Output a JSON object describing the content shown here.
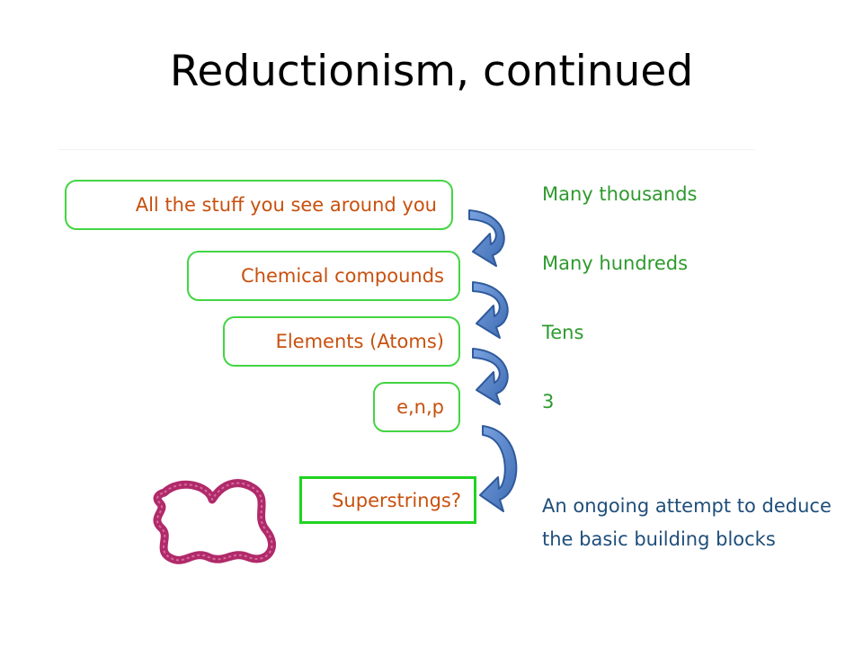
{
  "title": "Reductionism, continued",
  "levels": [
    {
      "label": "All the stuff you see around you",
      "count": "Many thousands"
    },
    {
      "label": "Chemical compounds",
      "count": "Many hundreds"
    },
    {
      "label": "Elements (Atoms)",
      "count": "Tens"
    },
    {
      "label": "e,n,p",
      "count": "3"
    },
    {
      "label": "Superstrings?",
      "count": ""
    }
  ],
  "note": "An ongoing attempt to deduce the basic building blocks",
  "colors": {
    "box_border": "#43d543",
    "box_text": "#c8500e",
    "count_text": "#2e9a2e",
    "note_text": "#1f4e7a",
    "arrow_fill": "#4a7ac4",
    "string_color": "#b02a6a"
  },
  "icons": [
    "curved-down-arrow-icon",
    "superstring-loop-icon"
  ]
}
